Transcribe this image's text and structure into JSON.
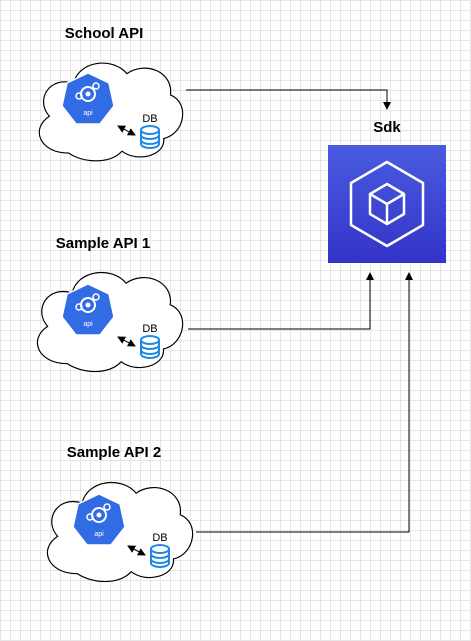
{
  "services": [
    {
      "title": "School API",
      "db_label": "DB",
      "icon_label": "api"
    },
    {
      "title": "Sample API 1",
      "db_label": "DB",
      "icon_label": "api"
    },
    {
      "title": "Sample API 2",
      "db_label": "DB",
      "icon_label": "api"
    }
  ],
  "sdk": {
    "title": "Sdk",
    "icon": "cube-in-hexagon-icon"
  },
  "colors": {
    "k8s_blue": "#326CE5",
    "db_blue": "#1E88E5",
    "sdk_top": "#4A5BE0",
    "sdk_bottom": "#3334C8",
    "line": "#000000"
  }
}
